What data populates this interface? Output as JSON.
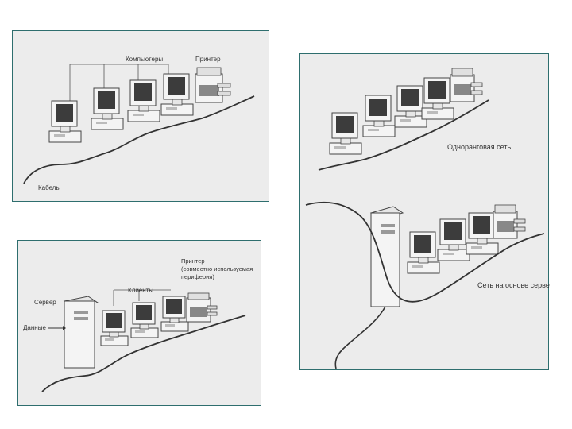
{
  "panels": {
    "bus_network": {
      "computers_label": "Компьютеры",
      "printer_label": "Принтер",
      "cable_label": "Кабель"
    },
    "server_network": {
      "server_label": "Сервер",
      "data_label": "Данные",
      "clients_label": "Клиенты",
      "printer_label_line1": "Принтер",
      "printer_label_line2": "(совместно используемая",
      "printer_label_line3": "периферия)"
    },
    "comparison": {
      "peer_label": "Одноранговая сеть",
      "server_based_label": "Сеть на основе сервера"
    }
  },
  "colors": {
    "border": "#2e6e6e",
    "panel_bg": "#ececec",
    "line": "#333333"
  }
}
